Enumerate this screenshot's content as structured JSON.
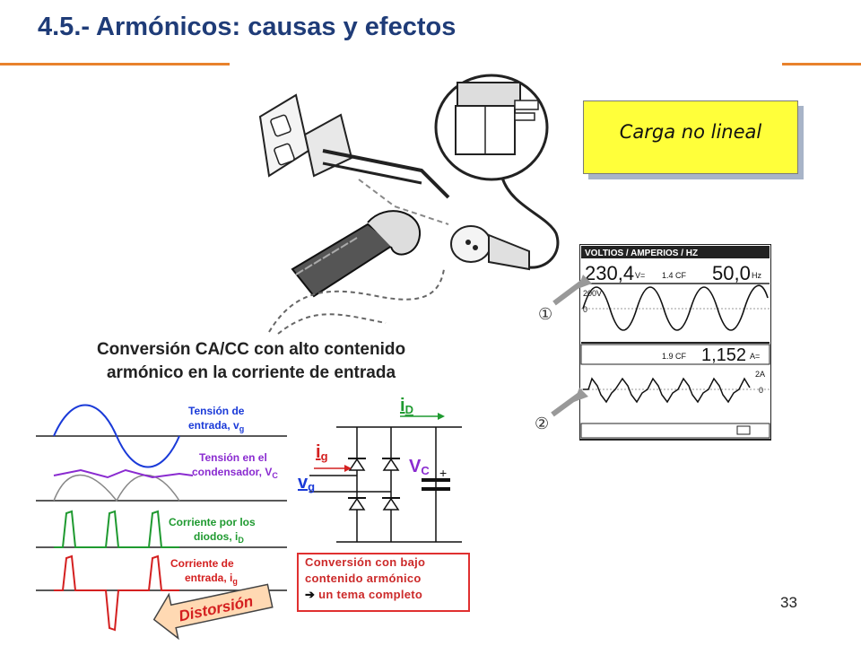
{
  "title": "4.5.- Armónicos: causas y efectos",
  "callout": "Carga no lineal",
  "conversion_title_line1": "Conversión CA/CC con alto contenido",
  "conversion_title_line2": "armónico en la corriente de entrada",
  "waveform_labels": {
    "tension_entrada_1": "Tensión de",
    "tension_entrada_2": "entrada, v",
    "tension_entrada_sub": "g",
    "tension_cond_1": "Tensión en el",
    "tension_cond_2": "condensador, V",
    "tension_cond_sub": "C",
    "corriente_diodos_1": "Corriente  por los",
    "corriente_diodos_2": "diodos, i",
    "corriente_diodos_sub": "D",
    "corriente_entrada_1": "Corriente de",
    "corriente_entrada_2": "entrada, i",
    "corriente_entrada_sub": "g"
  },
  "distortion_label": "Distorsión",
  "circuit_labels": {
    "iD": "i",
    "iD_sub": "D",
    "ig": "i",
    "ig_sub": "g",
    "vg": "v",
    "vg_sub": "g",
    "Vc": "V",
    "Vc_sub": "C",
    "plus": "+"
  },
  "conversion_box": {
    "line1": "Conversión con bajo",
    "line2": "contenido armónico",
    "line3": "un tema completo"
  },
  "meter": {
    "header": "VOLTIOS / AMPERIOS / HZ",
    "voltage": "230,4",
    "voltage_unit": "V=",
    "voltage_cf": "1.4 CF",
    "frequency": "50,0",
    "frequency_unit": "Hz",
    "scale_volts": "200V",
    "scale_zero": "0",
    "current_cf": "1.9 CF",
    "current": "1,152",
    "current_unit": "A=",
    "scale_amps": "2A",
    "scale_zero2": "0"
  },
  "markers": {
    "m1": "①",
    "m2": "②"
  },
  "page_number": "33",
  "colors": {
    "title": "#1f3c78",
    "accent": "#e8822c",
    "callout_bg": "#ffff3a",
    "label_blue": "#1a3ad8",
    "label_purple": "#8a2bd0",
    "label_green": "#1f9a30",
    "label_red": "#d42020"
  }
}
